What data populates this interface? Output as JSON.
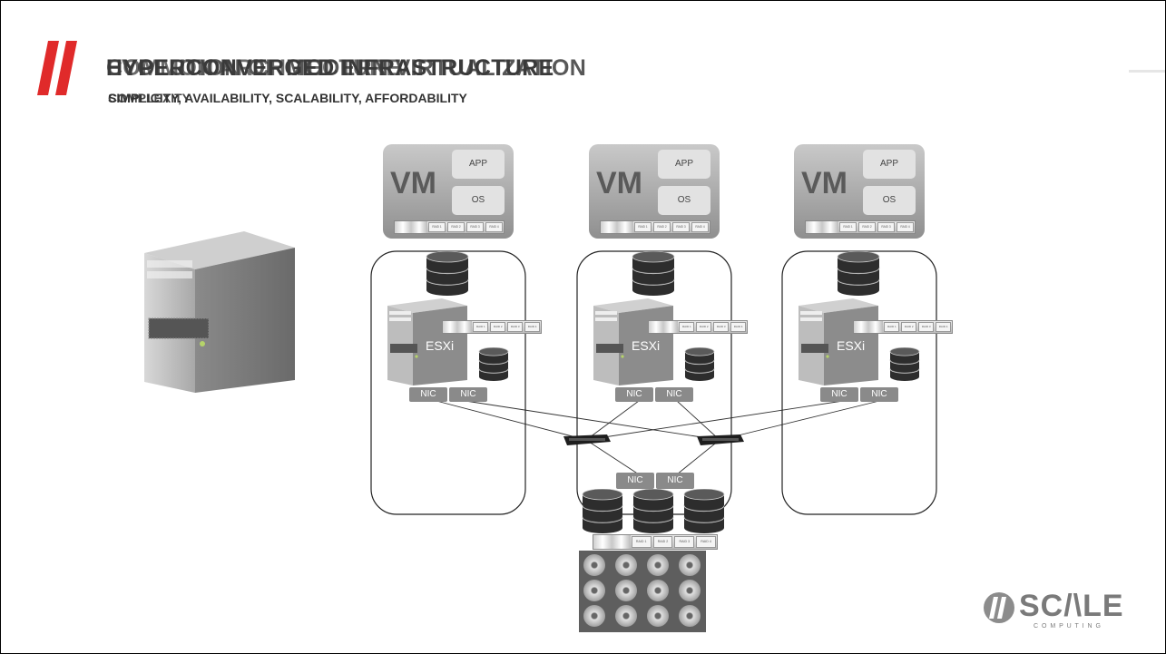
{
  "slide": {
    "title_layers": [
      "HYPERCONVERGED INFRASTRUCTURE",
      "EVOLUTION OF MODERN VIRTUALIZATION",
      "COMMON ARCHITECTURE"
    ],
    "subtitle_layers": [
      "SIMPLICITY, AVAILABILITY, SCALABILITY, AFFORDABILITY",
      "COMPLEXITY"
    ]
  },
  "diagram": {
    "vm_label": "VM",
    "app_label": "APP",
    "os_label": "OS",
    "hypervisor_label": "ESXi",
    "nic_label": "NIC",
    "raid_labels": [
      "RAID 1",
      "RAID 2",
      "RAID 3",
      "RAID 4"
    ]
  },
  "logo": {
    "name": "SC/\\LE",
    "tagline": "C O M P U T I N G"
  },
  "colors": {
    "accent_red": "#e02a2a",
    "nic_gray": "#8a8a8a",
    "vm_gray": "#9a9a9a"
  }
}
